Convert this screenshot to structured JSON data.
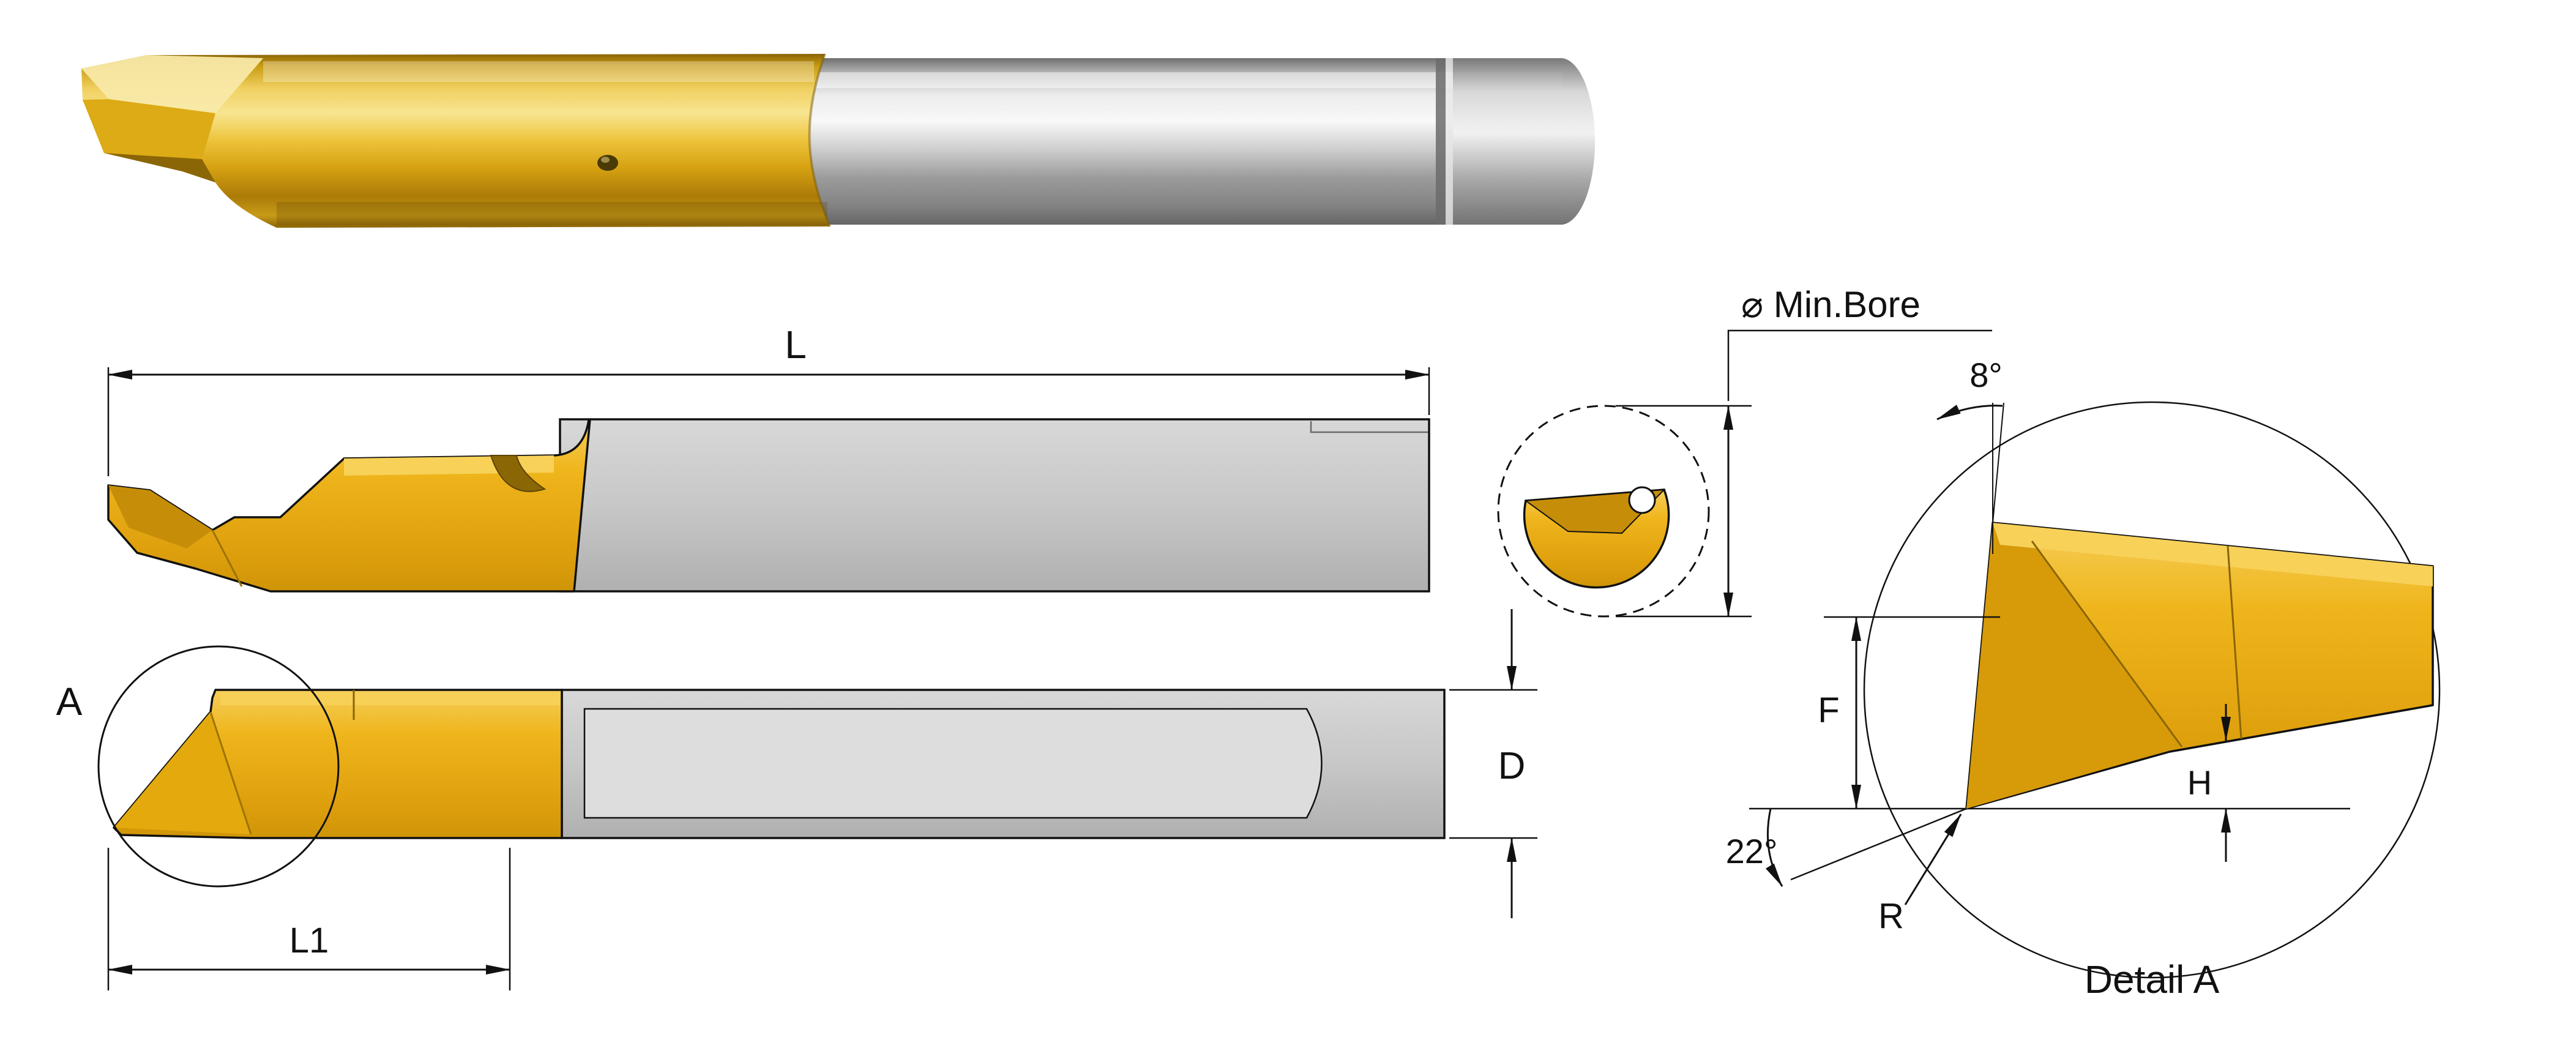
{
  "drawing": {
    "dimensions": {
      "overall_length": "L",
      "head_length": "L1",
      "shank_diameter": "D",
      "min_bore": "⌀ Min.Bore",
      "top_angle": "8°",
      "front_clearance_angle": "22°",
      "tip_height": "F",
      "edge_height": "H",
      "tip_radius": "R"
    },
    "detail": {
      "marker": "A",
      "title": "Detail A"
    },
    "colors": {
      "gold": "#efb31a",
      "gold_light": "#f7d158",
      "gold_dark": "#c68e08",
      "steel": "#c6c6c6",
      "line": "#111111",
      "background": "#ffffff"
    }
  }
}
